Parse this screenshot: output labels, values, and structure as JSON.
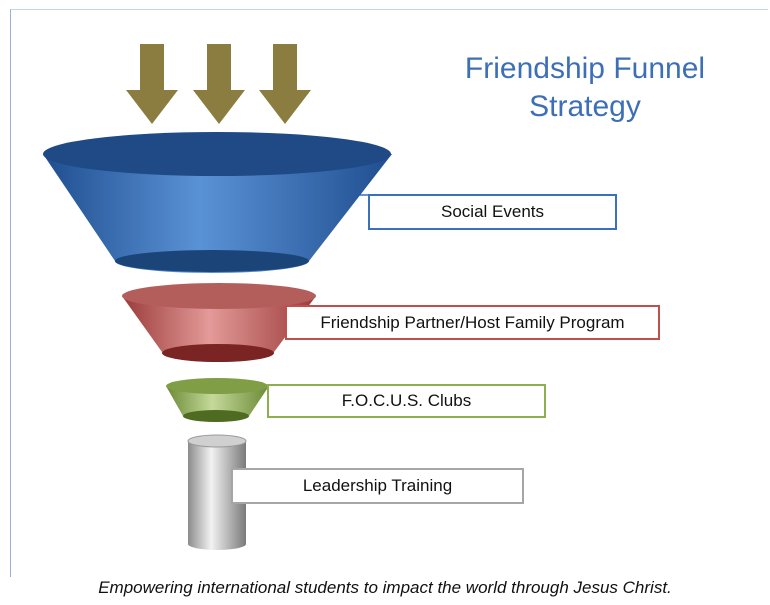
{
  "title": {
    "line1": "Friendship Funnel",
    "line2": "Strategy"
  },
  "stages": [
    {
      "label": "Social Events",
      "color": "#3a71b8"
    },
    {
      "label": "Friendship Partner/Host Family Program",
      "color": "#c0504d"
    },
    {
      "label": "F.O.C.U.S. Clubs",
      "color": "#8db04e"
    },
    {
      "label": "Leadership Training",
      "color": "#a6a6a6"
    }
  ],
  "arrows": {
    "count": 3,
    "color": "#8b7d3f"
  },
  "tagline": "Empowering international students to impact the world through Jesus Christ."
}
